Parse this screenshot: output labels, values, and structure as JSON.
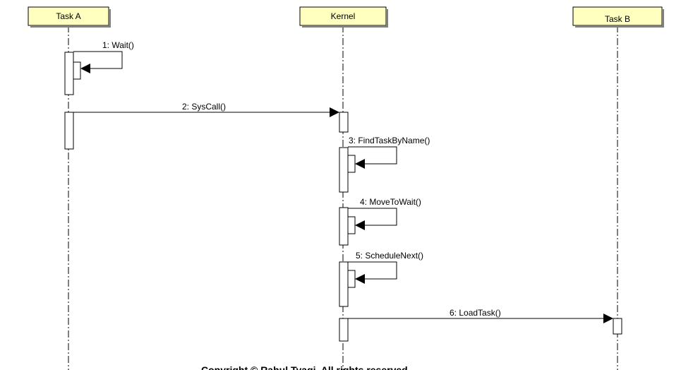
{
  "lifelines": {
    "task_a": "Task A",
    "kernel": "Kernel",
    "task_b": "Task B"
  },
  "messages": [
    "1: Wait()",
    "2: SysCall()",
    "3: FindTaskByName()",
    "4: MoveToWait()",
    "5: ScheduleNext()",
    "6: LoadTask()"
  ],
  "footer": {
    "copyright": "Copyright © Rahul Tyagi. All rights reserved."
  },
  "colors": {
    "header_fill": "#ffffc0",
    "header_stroke": "#000000",
    "line": "#000000"
  }
}
